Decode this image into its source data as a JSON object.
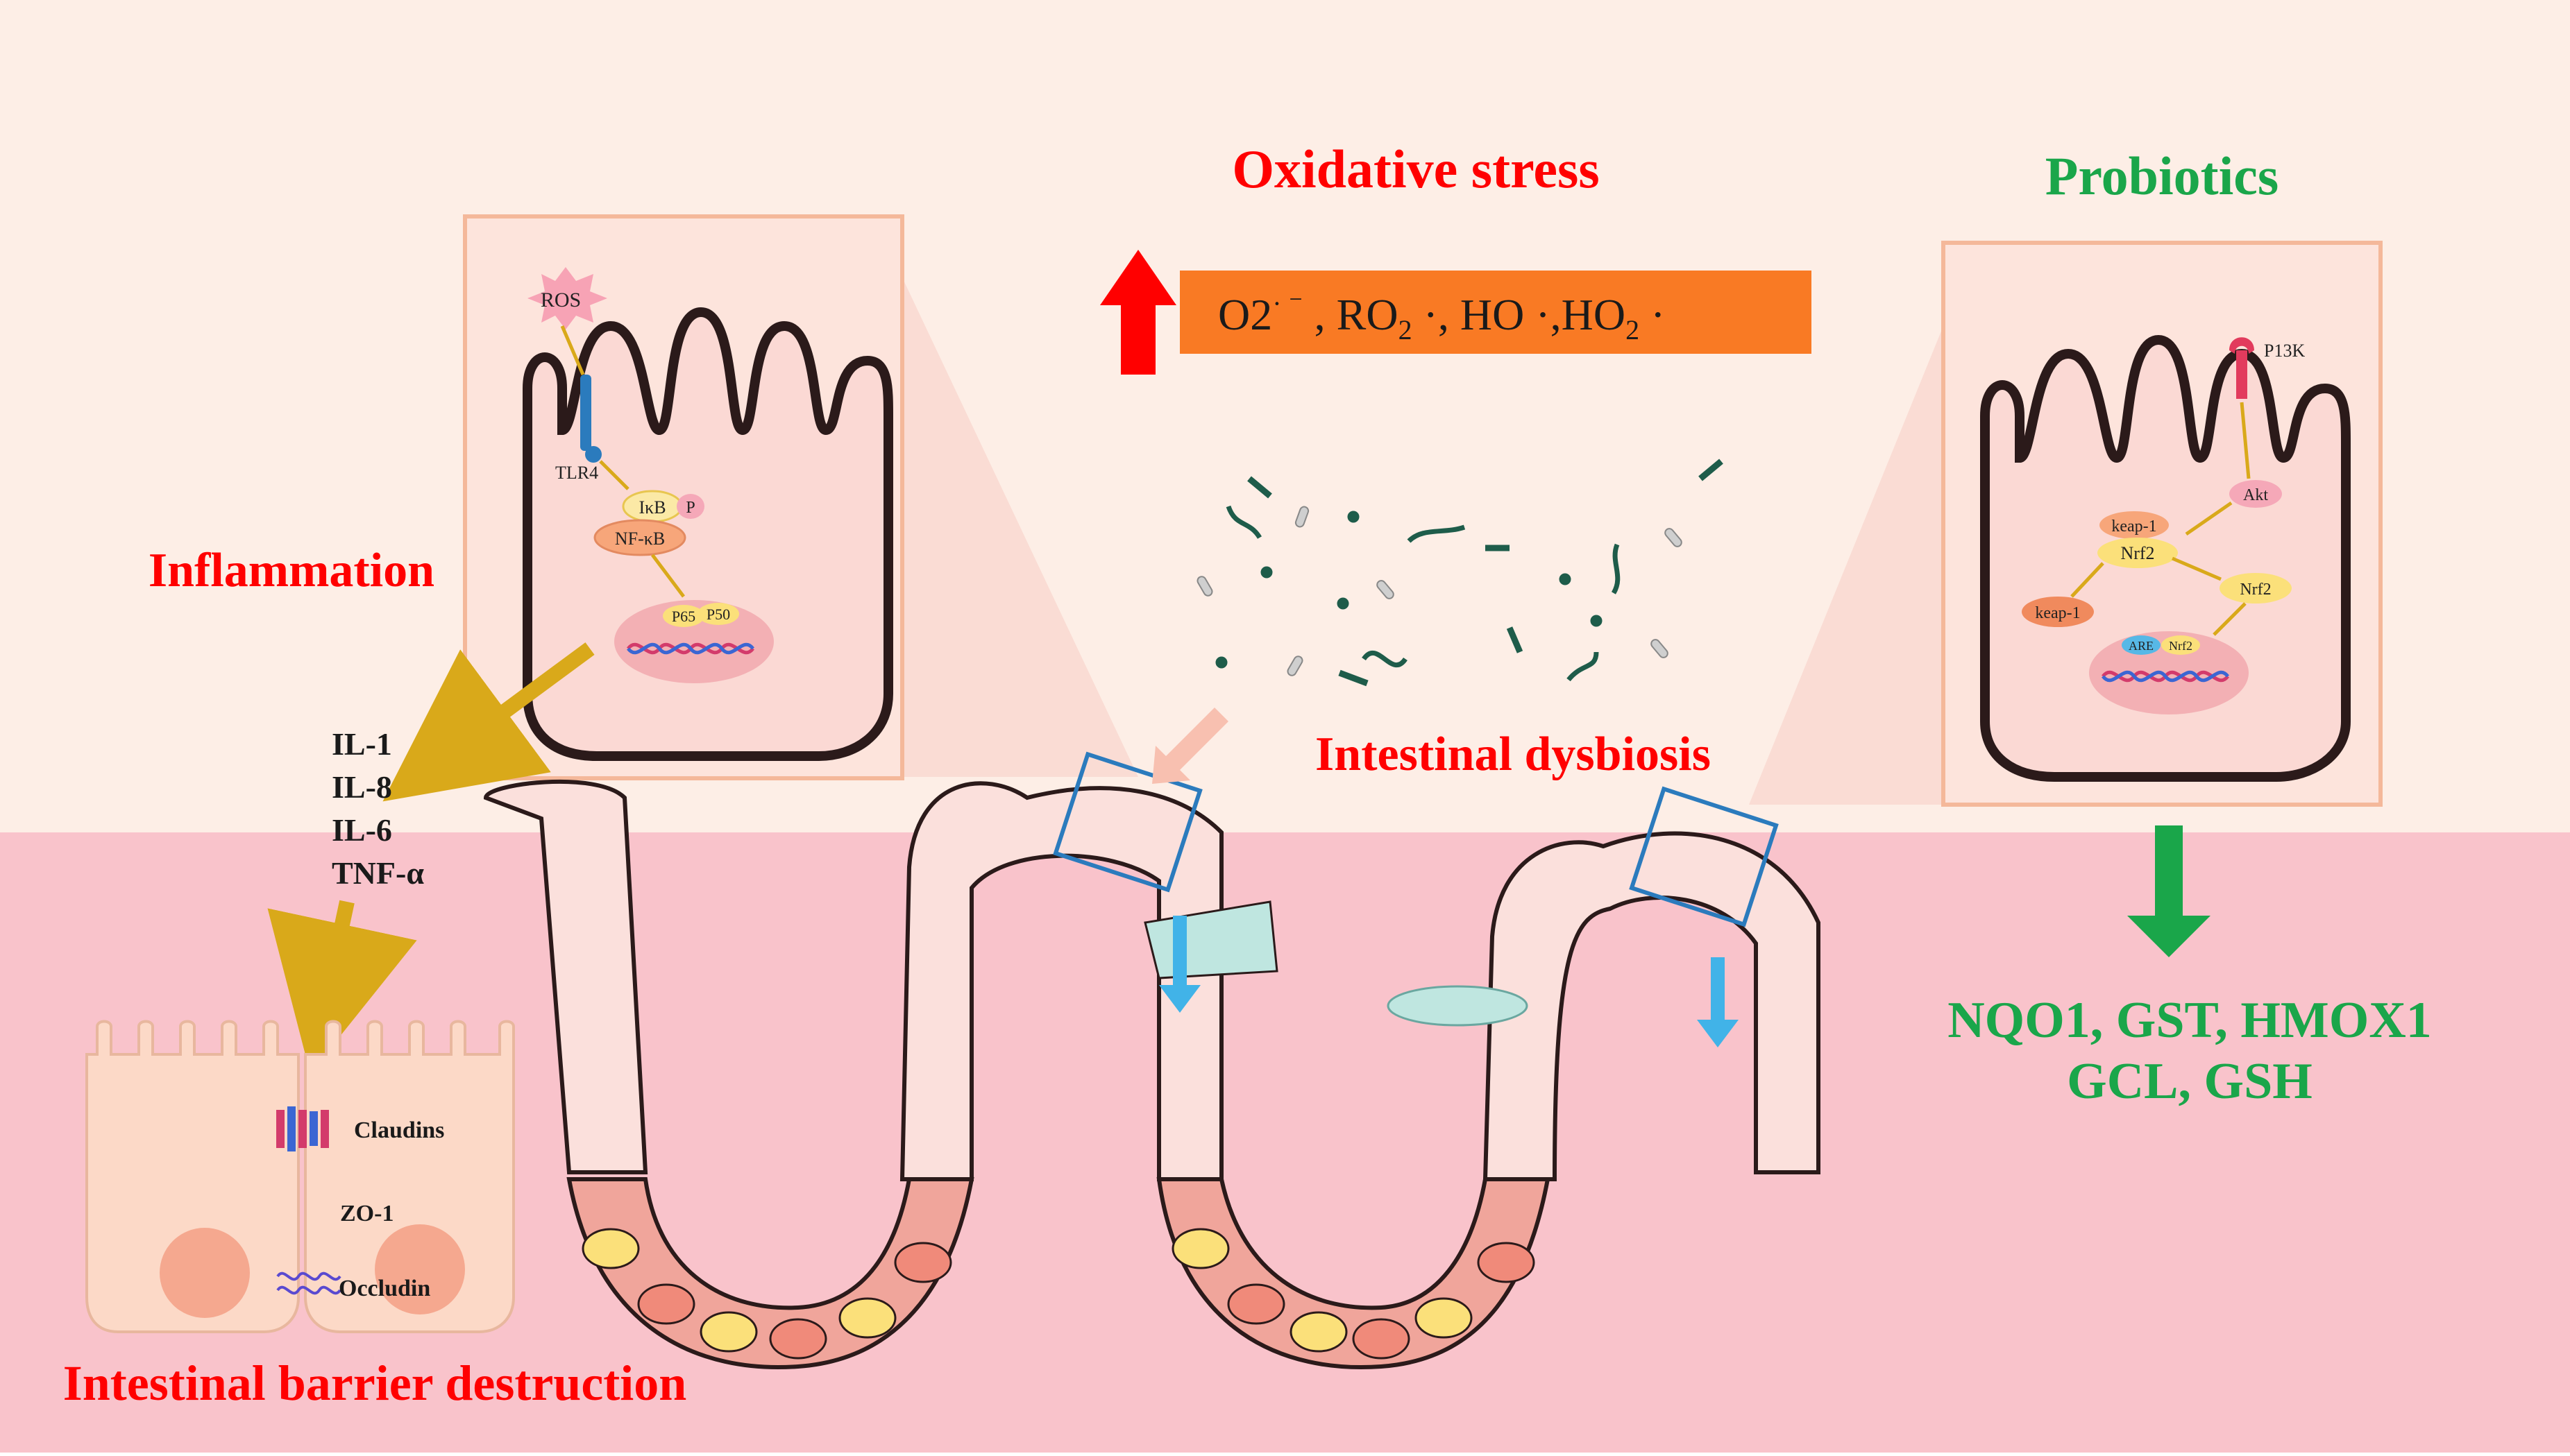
{
  "titles": {
    "oxidative_stress": "Oxidative stress",
    "probiotics": "Probiotics",
    "inflammation": "Inflammation",
    "intestinal_dysbiosis": "Intestinal dysbiosis",
    "barrier_destruction": "Intestinal barrier destruction"
  },
  "ros_banner": {
    "o2": "O2",
    "o2_sup": "· ⁻",
    "sep1": " , ",
    "ro2": "RO",
    "ro2_sub": "2",
    "ro2_dot": " ·",
    "sep2": ", ",
    "ho": "HO ·",
    "sep3": ",",
    "ho2": "HO",
    "ho2_sub": "2",
    "ho2_dot": " ·"
  },
  "inflammation_inset": {
    "ros": "ROS",
    "tlr4": "TLR4",
    "ikb": "IκB",
    "p": "P",
    "nfkb": "NF-κB",
    "p65": "P65",
    "p50": "P50"
  },
  "cytokines": [
    "IL-1",
    "IL-8",
    "IL-6",
    "TNF-α"
  ],
  "junctions": {
    "claudins": "Claudins",
    "zo1": "ZO-1",
    "occludin": "Occludin"
  },
  "probiotic_inset": {
    "p13k": "P13K",
    "akt": "Akt",
    "keap1_top": "keap-1",
    "nrf2_top": "Nrf2",
    "keap1_left": "keap-1",
    "nrf2_right": "Nrf2",
    "are": "ARE",
    "nrf2_small": "Nrf2"
  },
  "outputs": {
    "line1": "NQO1, GST, HMOX1",
    "line2": "GCL, GSH"
  },
  "colors": {
    "background_top": "#fdeee6",
    "background_bottom": "#f9c3cb",
    "title_red": "#ff0000",
    "title_green": "#1aa64a",
    "banner_orange": "#f97a24",
    "arrow_gold": "#d9a91a",
    "arrow_green": "#1aa64a",
    "arrow_blue": "#41b3e8",
    "outline": "#2b1a1a",
    "inset_border": "#f4b89a"
  }
}
